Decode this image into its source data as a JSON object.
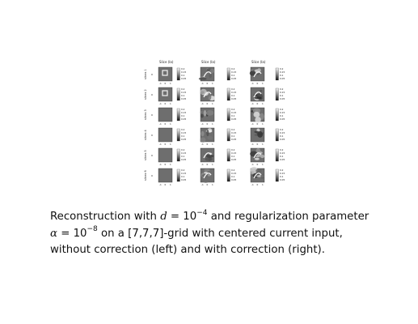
{
  "figure": {
    "column_titles": [
      "Slice (Ia)",
      "Slice (Ia)",
      "Slice (Ia)"
    ],
    "row_labels": [
      "slices 1",
      "slices 2",
      "slices 3",
      "slices 4",
      "slices 5",
      "slices 6"
    ],
    "axis_ticks": [
      "-1",
      "0",
      "1"
    ],
    "colorbar_ticks": [
      "0.2",
      "0.15",
      "0.1",
      "0.05"
    ]
  },
  "caption": {
    "p1": "Reconstruction with ",
    "d_var": "d",
    "d_eq": " = 10",
    "d_exp": "−4",
    "p2": " and regularization parameter",
    "alpha_var": "α",
    "alpha_eq": " = 10",
    "alpha_exp": "−8",
    "p3": " on a [7,7,7]-grid with centered current input,",
    "line3": "without correction (left) and with correction (right)."
  }
}
